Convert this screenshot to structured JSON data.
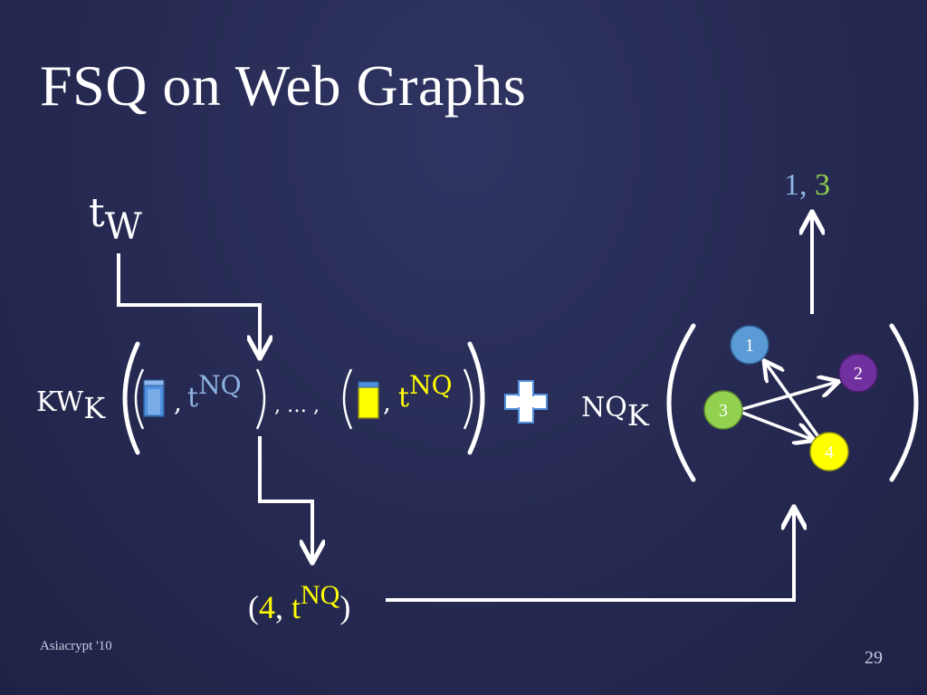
{
  "slide": {
    "title": "FSQ on Web Graphs",
    "footer_left": "Asiacrypt '10",
    "page_number": "29"
  },
  "diagram": {
    "token": {
      "main": "t",
      "sub": "W"
    },
    "kw": {
      "main": "KW",
      "sub": "K"
    },
    "tuple_comma": ",",
    "t_nq": {
      "main": "t",
      "sup": "NQ"
    },
    "ellipsis": ", … ,",
    "plus_symbol": "+",
    "nq": {
      "main": "NQ",
      "sub": "K"
    },
    "result_tuple": {
      "open": "(",
      "node": "4",
      "comma": ",",
      "t": "t",
      "sup": "NQ",
      "close": ")"
    },
    "output": {
      "first": "1",
      "comma": ",",
      "second": "3"
    },
    "graph_nodes": [
      {
        "id": "1",
        "color": "#5b9bd5"
      },
      {
        "id": "2",
        "color": "#7030a0"
      },
      {
        "id": "3",
        "color": "#92d050"
      },
      {
        "id": "4",
        "color": "#ffff00"
      }
    ],
    "graph_edges": [
      {
        "from": "3",
        "to": "2"
      },
      {
        "from": "3",
        "to": "4"
      },
      {
        "from": "4",
        "to": "1"
      }
    ],
    "colors": {
      "blue_doc": "#4f8fde",
      "yellow_doc": "#ffff00",
      "label_blue": "#8eb4e3",
      "label_green": "#92d050",
      "label_yellow": "#ffff00"
    }
  }
}
